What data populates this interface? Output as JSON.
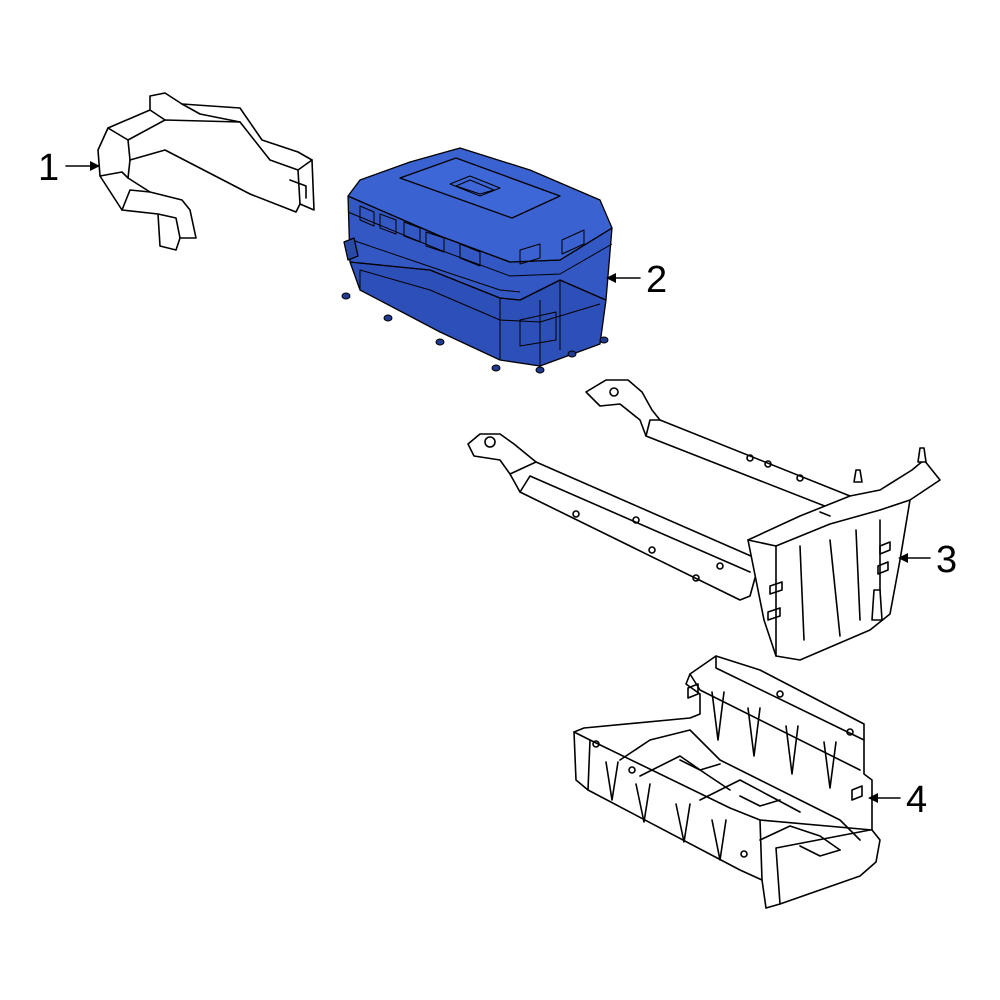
{
  "callouts": [
    {
      "id": "1",
      "label": "1"
    },
    {
      "id": "2",
      "label": "2"
    },
    {
      "id": "3",
      "label": "3"
    },
    {
      "id": "4",
      "label": "4"
    }
  ],
  "colors": {
    "highlight": "#3358c4",
    "highlight_dark": "#1f3a8f",
    "line": "#000000",
    "background": "#ffffff"
  }
}
